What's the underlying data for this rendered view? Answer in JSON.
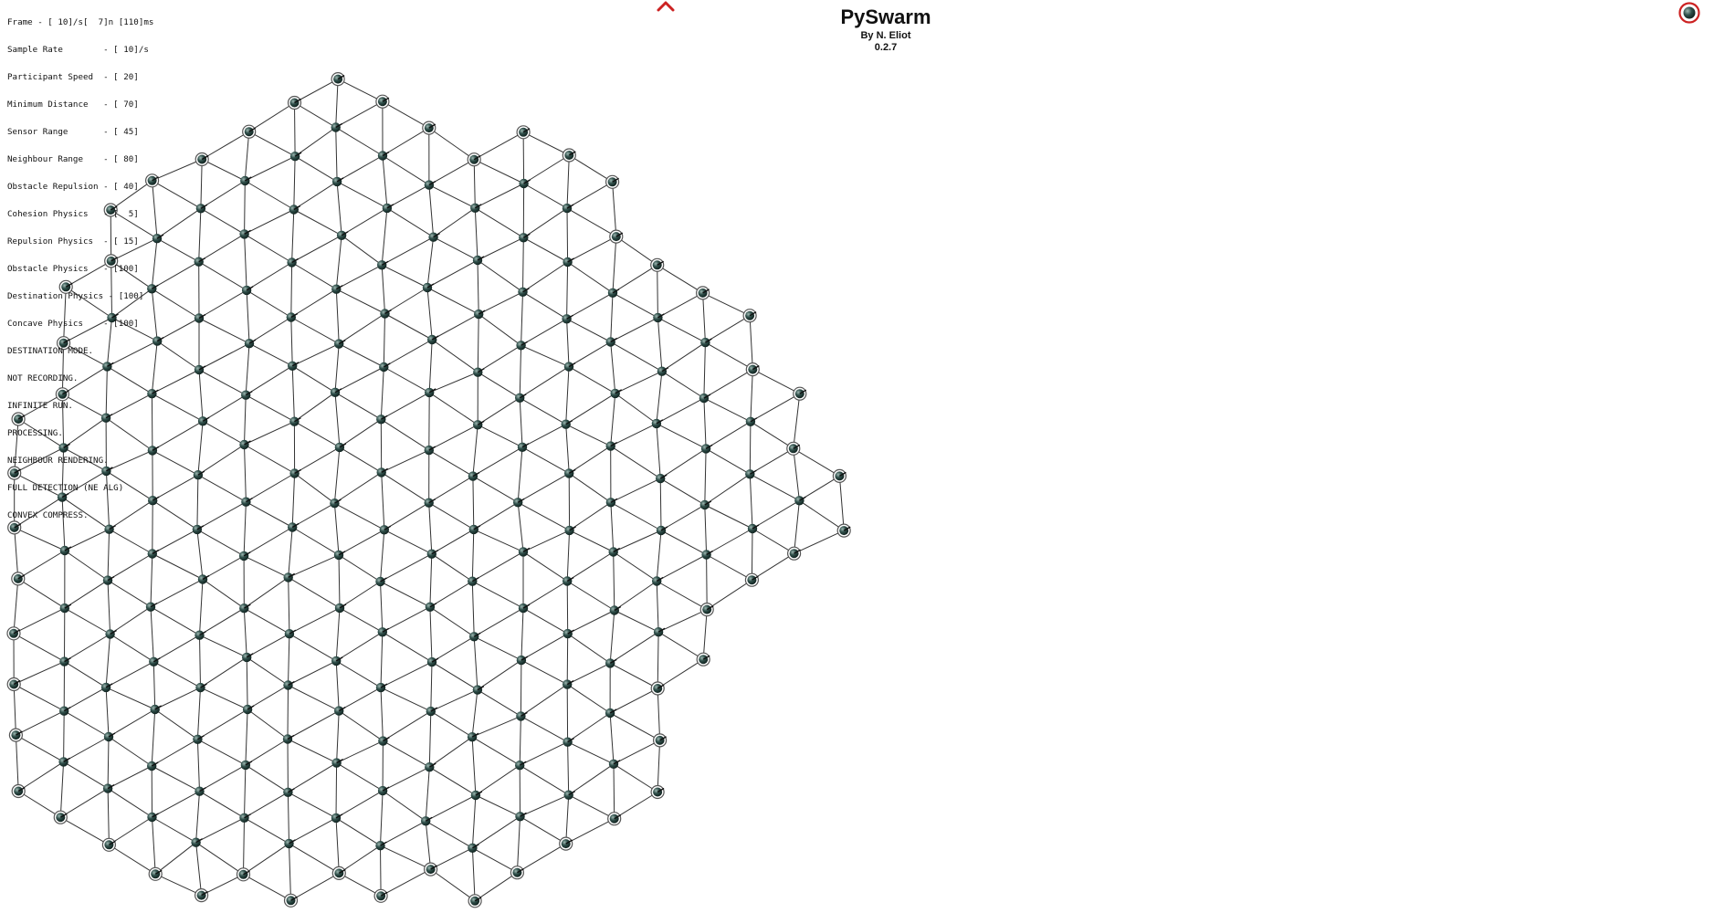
{
  "app": {
    "title": "PySwarm",
    "author": "By N. Eliot",
    "version": "0.2.7"
  },
  "stats": [
    {
      "label": "Frame - [ 10]/s[  7]n [110]ms"
    },
    {
      "label": "Sample Rate        - [ 10]/s"
    },
    {
      "label": "Participant Speed  - [ 20]"
    },
    {
      "label": "Minimum Distance   - [ 70]"
    },
    {
      "label": "Sensor Range       - [ 45]"
    },
    {
      "label": "Neighbour Range    - [ 80]"
    },
    {
      "label": "Obstacle Repulsion - [ 40]"
    },
    {
      "label": "Cohesion Physics   - [  5]"
    },
    {
      "label": "Repulsion Physics  - [ 15]"
    },
    {
      "label": "Obstacle Physics   - [100]"
    },
    {
      "label": "Destination Physics - [100]"
    },
    {
      "label": "Concave Physics    - [100]"
    }
  ],
  "modes": [
    "DESTINATION MODE.",
    "NOT RECORDING.",
    "INFINITE RUN.",
    "PROCESSING.",
    "NEIGHBOUR RENDERING.",
    "FULL DETECTION (NE ALG)",
    "CONVEX COMPRESS."
  ],
  "icons": {
    "destination_marker": "chevron-up-icon",
    "record_toggle": "record-button-icon"
  },
  "colors": {
    "background": "#ffffff",
    "text": "#111111",
    "edge": "#333333",
    "agent_fill": "#2f4f4a",
    "agent_highlight": "#9fb8b2",
    "boundary_ring": "#555555",
    "accent_red": "#cc2222"
  }
}
